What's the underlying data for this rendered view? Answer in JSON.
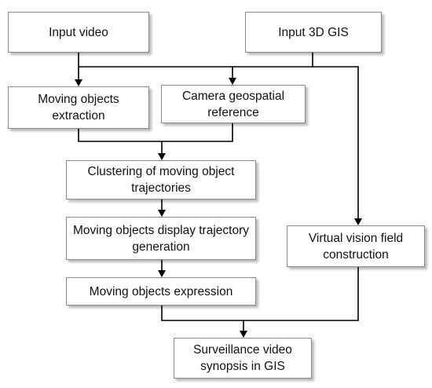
{
  "diagram": {
    "nodes": [
      {
        "id": "input_video",
        "label": "Input video"
      },
      {
        "id": "input_3d_gis",
        "label": "Input 3D GIS"
      },
      {
        "id": "moving_objects_extraction",
        "label": "Moving objects extraction"
      },
      {
        "id": "camera_geospatial_reference",
        "label": "Camera geospatial reference"
      },
      {
        "id": "clustering_trajectories",
        "label": "Clustering of moving object trajectories"
      },
      {
        "id": "display_trajectory_generation",
        "label": "Moving objects display trajectory generation"
      },
      {
        "id": "virtual_vision_field",
        "label": "Virtual vision field construction"
      },
      {
        "id": "moving_objects_expression",
        "label": "Moving objects expression"
      },
      {
        "id": "surveillance_synopsis",
        "label": "Surveillance video synopsis in GIS"
      }
    ],
    "edges": [
      {
        "from": "input_video",
        "to": "moving_objects_extraction"
      },
      {
        "from": "input_3d_gis",
        "to": "moving_objects_extraction"
      },
      {
        "from": "input_3d_gis",
        "to": "camera_geospatial_reference"
      },
      {
        "from": "input_3d_gis",
        "to": "virtual_vision_field"
      },
      {
        "from": "moving_objects_extraction",
        "to": "clustering_trajectories"
      },
      {
        "from": "camera_geospatial_reference",
        "to": "clustering_trajectories"
      },
      {
        "from": "clustering_trajectories",
        "to": "display_trajectory_generation"
      },
      {
        "from": "display_trajectory_generation",
        "to": "moving_objects_expression"
      },
      {
        "from": "moving_objects_expression",
        "to": "surveillance_synopsis"
      },
      {
        "from": "virtual_vision_field",
        "to": "surveillance_synopsis"
      }
    ]
  }
}
